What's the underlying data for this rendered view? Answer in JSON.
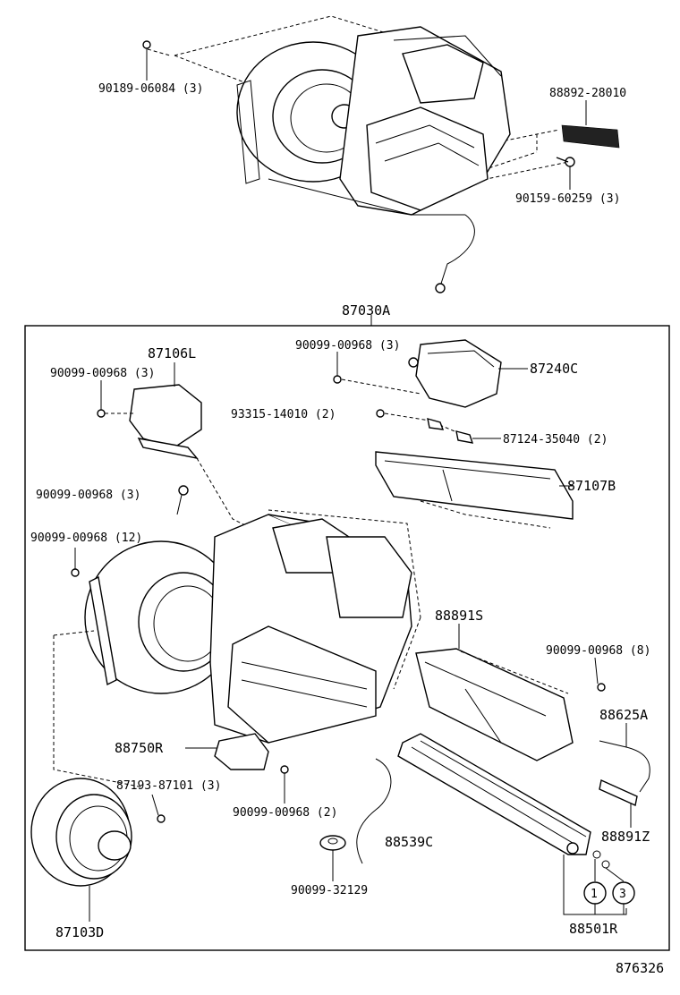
{
  "diagram_code": "876326",
  "assembly_label": "87030A",
  "labels": {
    "top_bolt": "90189-06084 (3)",
    "top_connector": "88892-28010",
    "top_screw": "90159-60259 (3)",
    "servo_screw": "90099-00968 (3)",
    "servo": "87106L",
    "motor_screw": "90099-00968 (3)",
    "motor_unit": "87240C",
    "clip_screw": "93315-14010 (2)",
    "clip": "87124-35040 (2)",
    "heater_core": "87107B",
    "case_screw_a": "90099-00968 (3)",
    "case_screw_b": "90099-00968 (12)",
    "cover": "88891S",
    "cover_screw": "90099-00968 (8)",
    "pipe": "88625A",
    "valve": "88891Z",
    "resistor": "88750R",
    "blower_screw": "87193-87101 (3)",
    "resistor_screw": "90099-00968 (2)",
    "drain_hose": "88539C",
    "grommet": "90099-32129",
    "blower": "87103D",
    "evaporator": "88501R",
    "oring_1": "1",
    "oring_3": "3"
  }
}
